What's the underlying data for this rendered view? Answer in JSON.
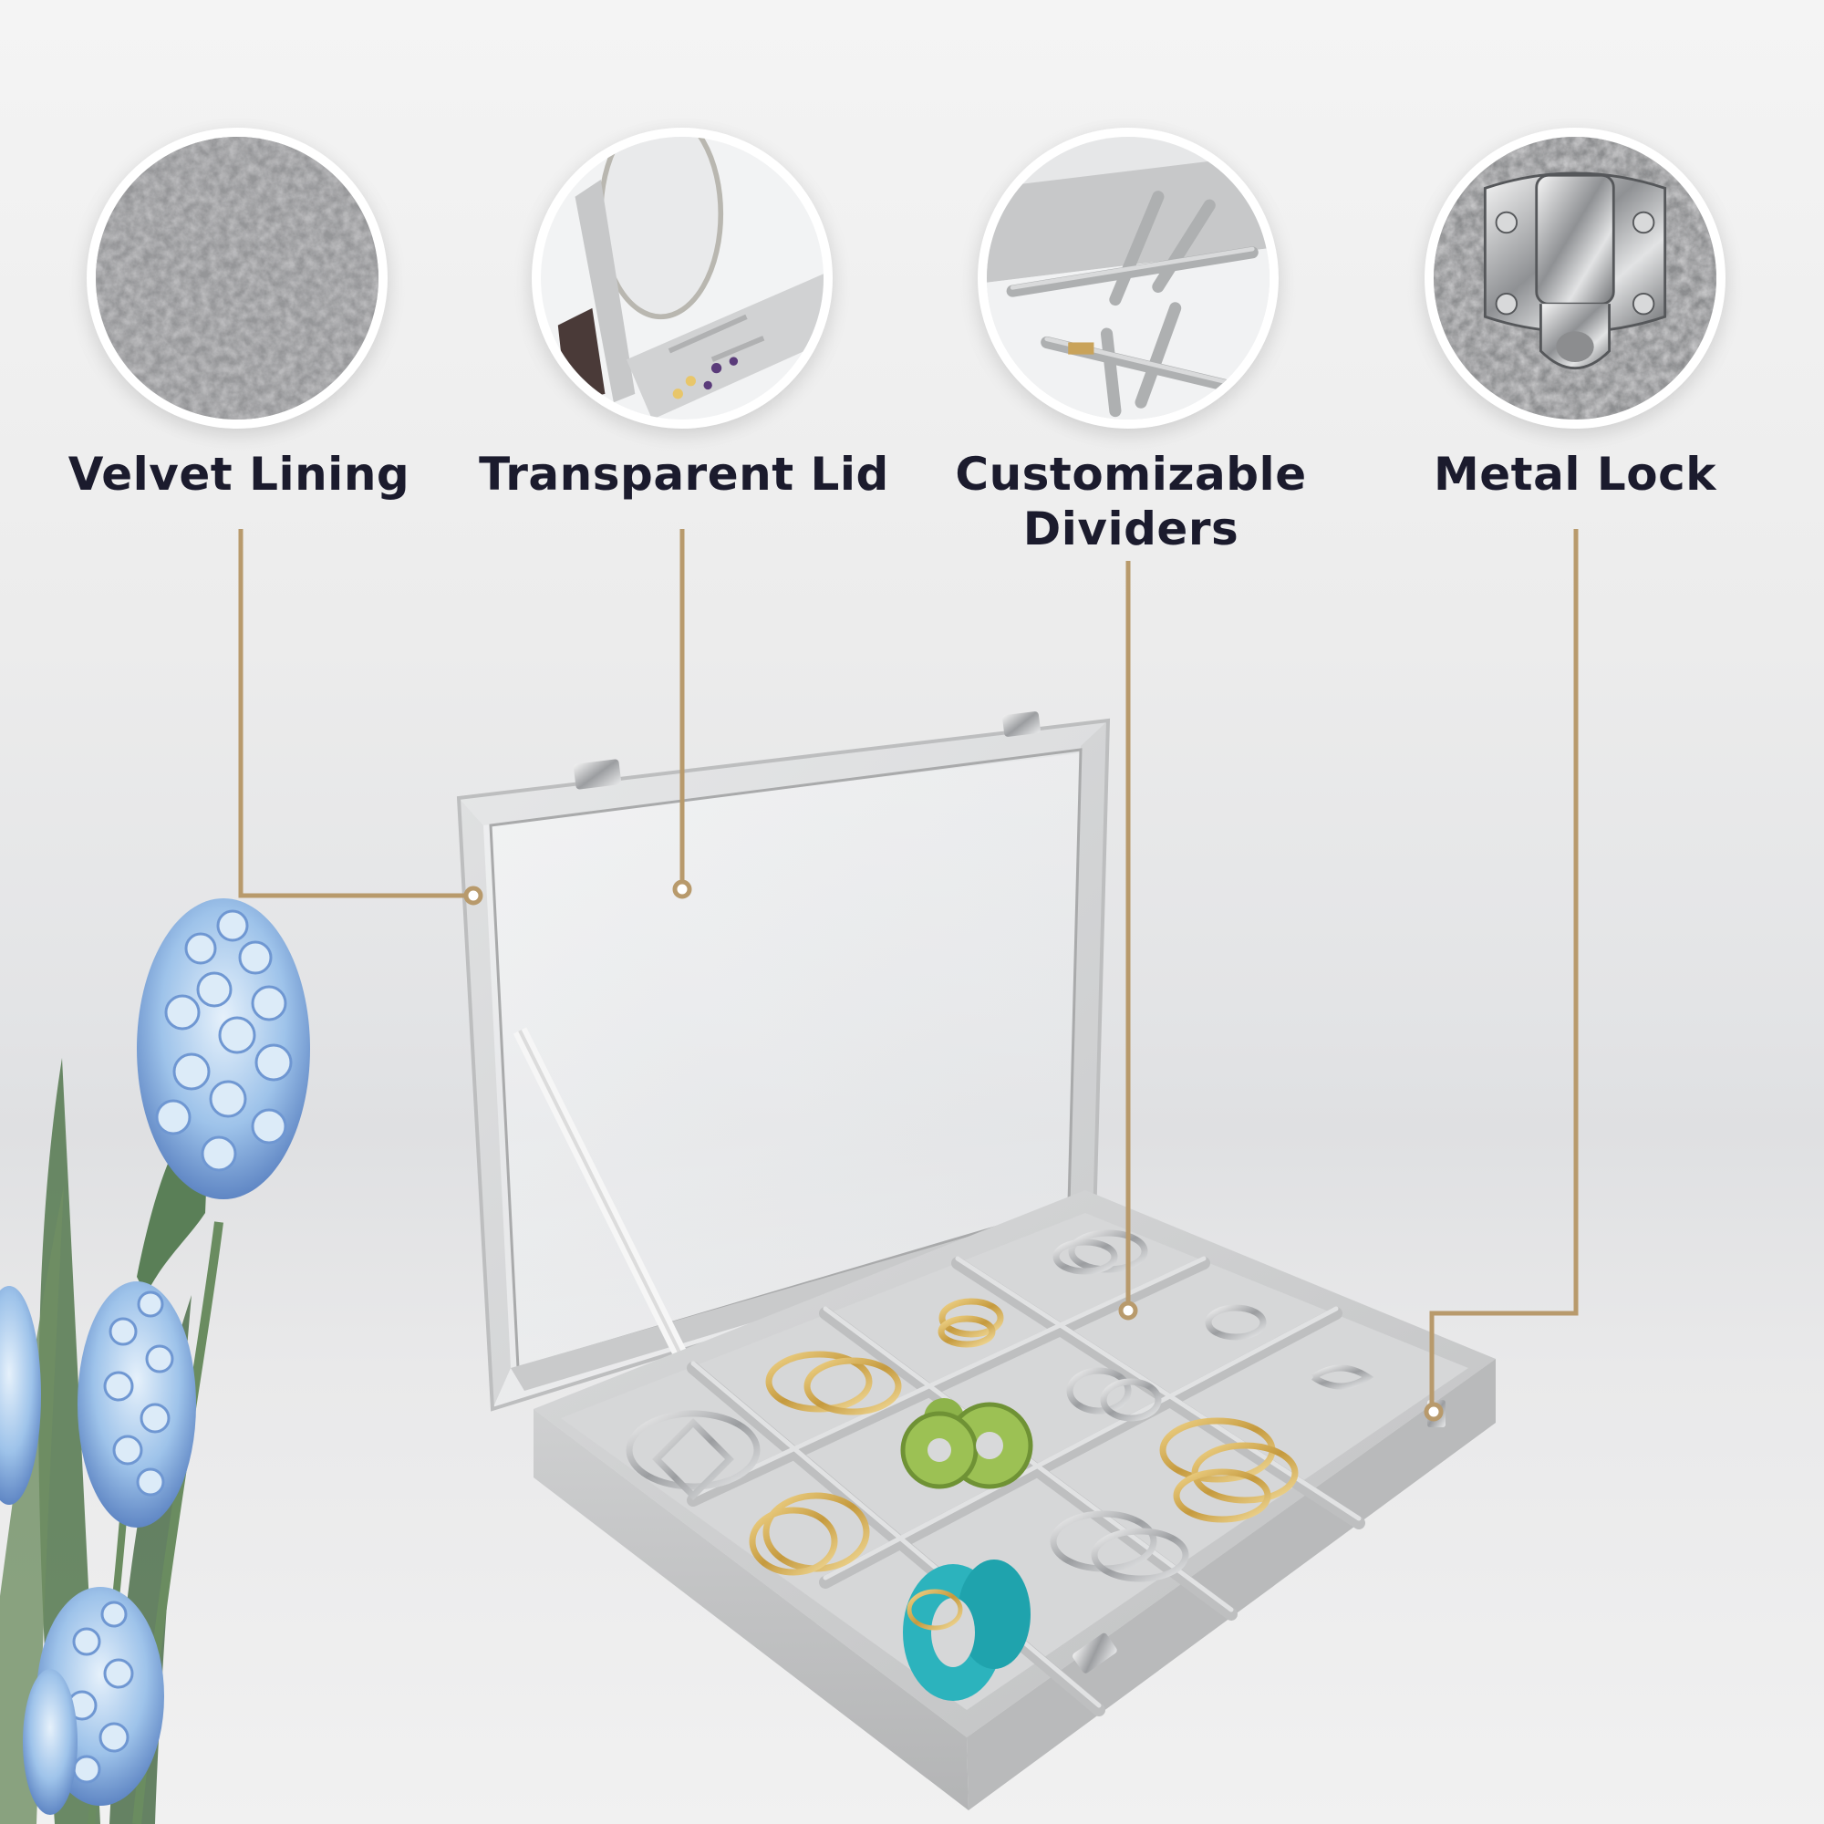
{
  "features": [
    {
      "id": "velvet",
      "label": "Velvet Lining",
      "icon": "velvet-texture-photo"
    },
    {
      "id": "lid",
      "label": "Transparent Lid",
      "icon": "transparent-lid-photo"
    },
    {
      "id": "dividers",
      "label_line1": "Customizable",
      "label_line2": "Dividers",
      "icon": "dividers-photo"
    },
    {
      "id": "lock",
      "label": "Metal Lock",
      "icon": "metal-lock-photo"
    }
  ],
  "colors": {
    "callout_line": "#b89a6c",
    "label_text": "#1b1b2d",
    "velvet_gray": "#c9cacb",
    "velvet_dark": "#9a9b9c",
    "flower_blue": "#8fb6e3",
    "leaf_green": "#4f7a52"
  }
}
